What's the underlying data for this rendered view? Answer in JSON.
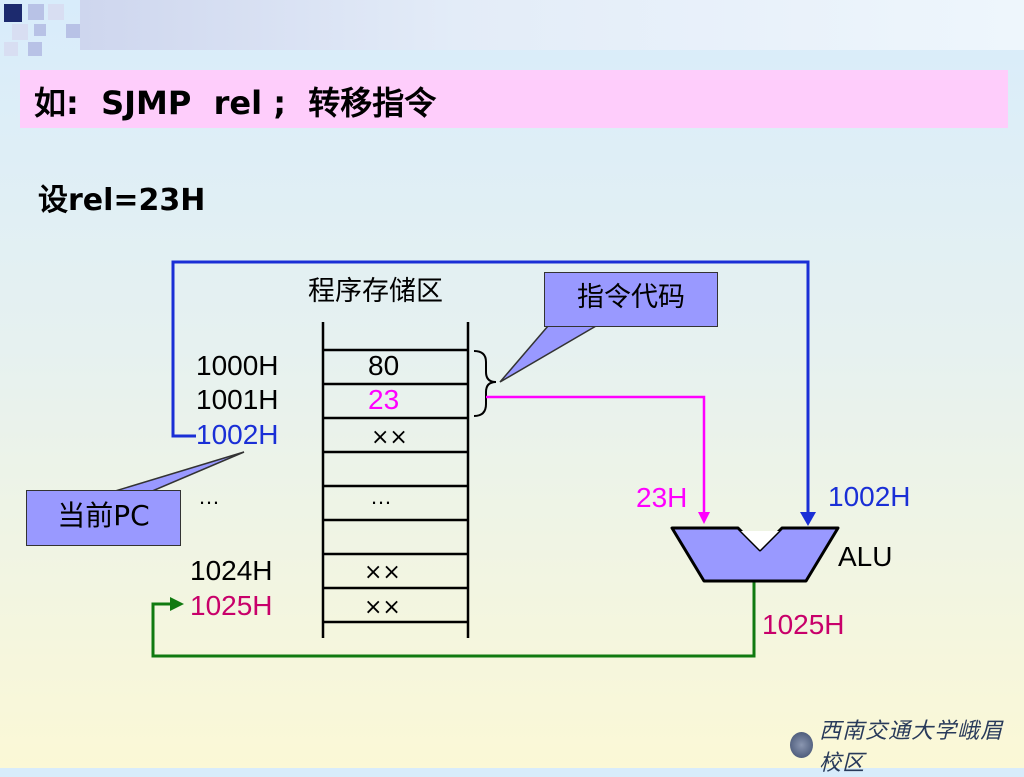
{
  "title": "如:  SJMP  rel ;  转移指令",
  "assumption": "设rel=23H",
  "memory": {
    "heading": "程序存储区",
    "addresses": {
      "a1000": "1000H",
      "a1001": "1001H",
      "a1002": "1002H",
      "dots": "…",
      "a1024": "1024H",
      "a1025": "1025H"
    },
    "cells": {
      "c1000": "80",
      "c1001": "23",
      "c1002": "××",
      "dots": "…",
      "c1024": "××",
      "c1025": "××"
    }
  },
  "callouts": {
    "instruction_code": "指令代码",
    "current_pc": "当前PC"
  },
  "alu": {
    "label": "ALU",
    "input_left": "23H",
    "input_right": "1002H",
    "output": "1025H"
  },
  "colors": {
    "blue_line": "#1a2fd6",
    "magenta_line": "#ff00ff",
    "green_line": "#107a10",
    "callout_fill": "#9999ff",
    "title_fill": "#fecdfb",
    "address_blue": "#1a2fd6",
    "address_crimson": "#c8006a"
  },
  "logo": {
    "text": "西南交通大学峨眉校区"
  }
}
